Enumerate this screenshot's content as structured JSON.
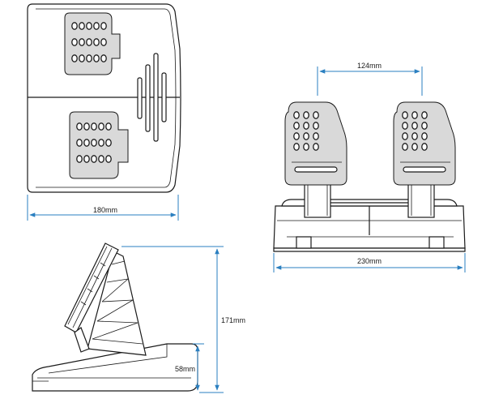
{
  "dimensions": {
    "top_view_width": "180mm",
    "pedal_spacing": "124mm",
    "base_width": "230mm",
    "total_height": "171mm",
    "base_height": "58mm"
  },
  "colors": {
    "dimension_line": "#2a7fc0",
    "outline": "#1a1a1a",
    "pedal_fill": "#d9d9d9"
  }
}
